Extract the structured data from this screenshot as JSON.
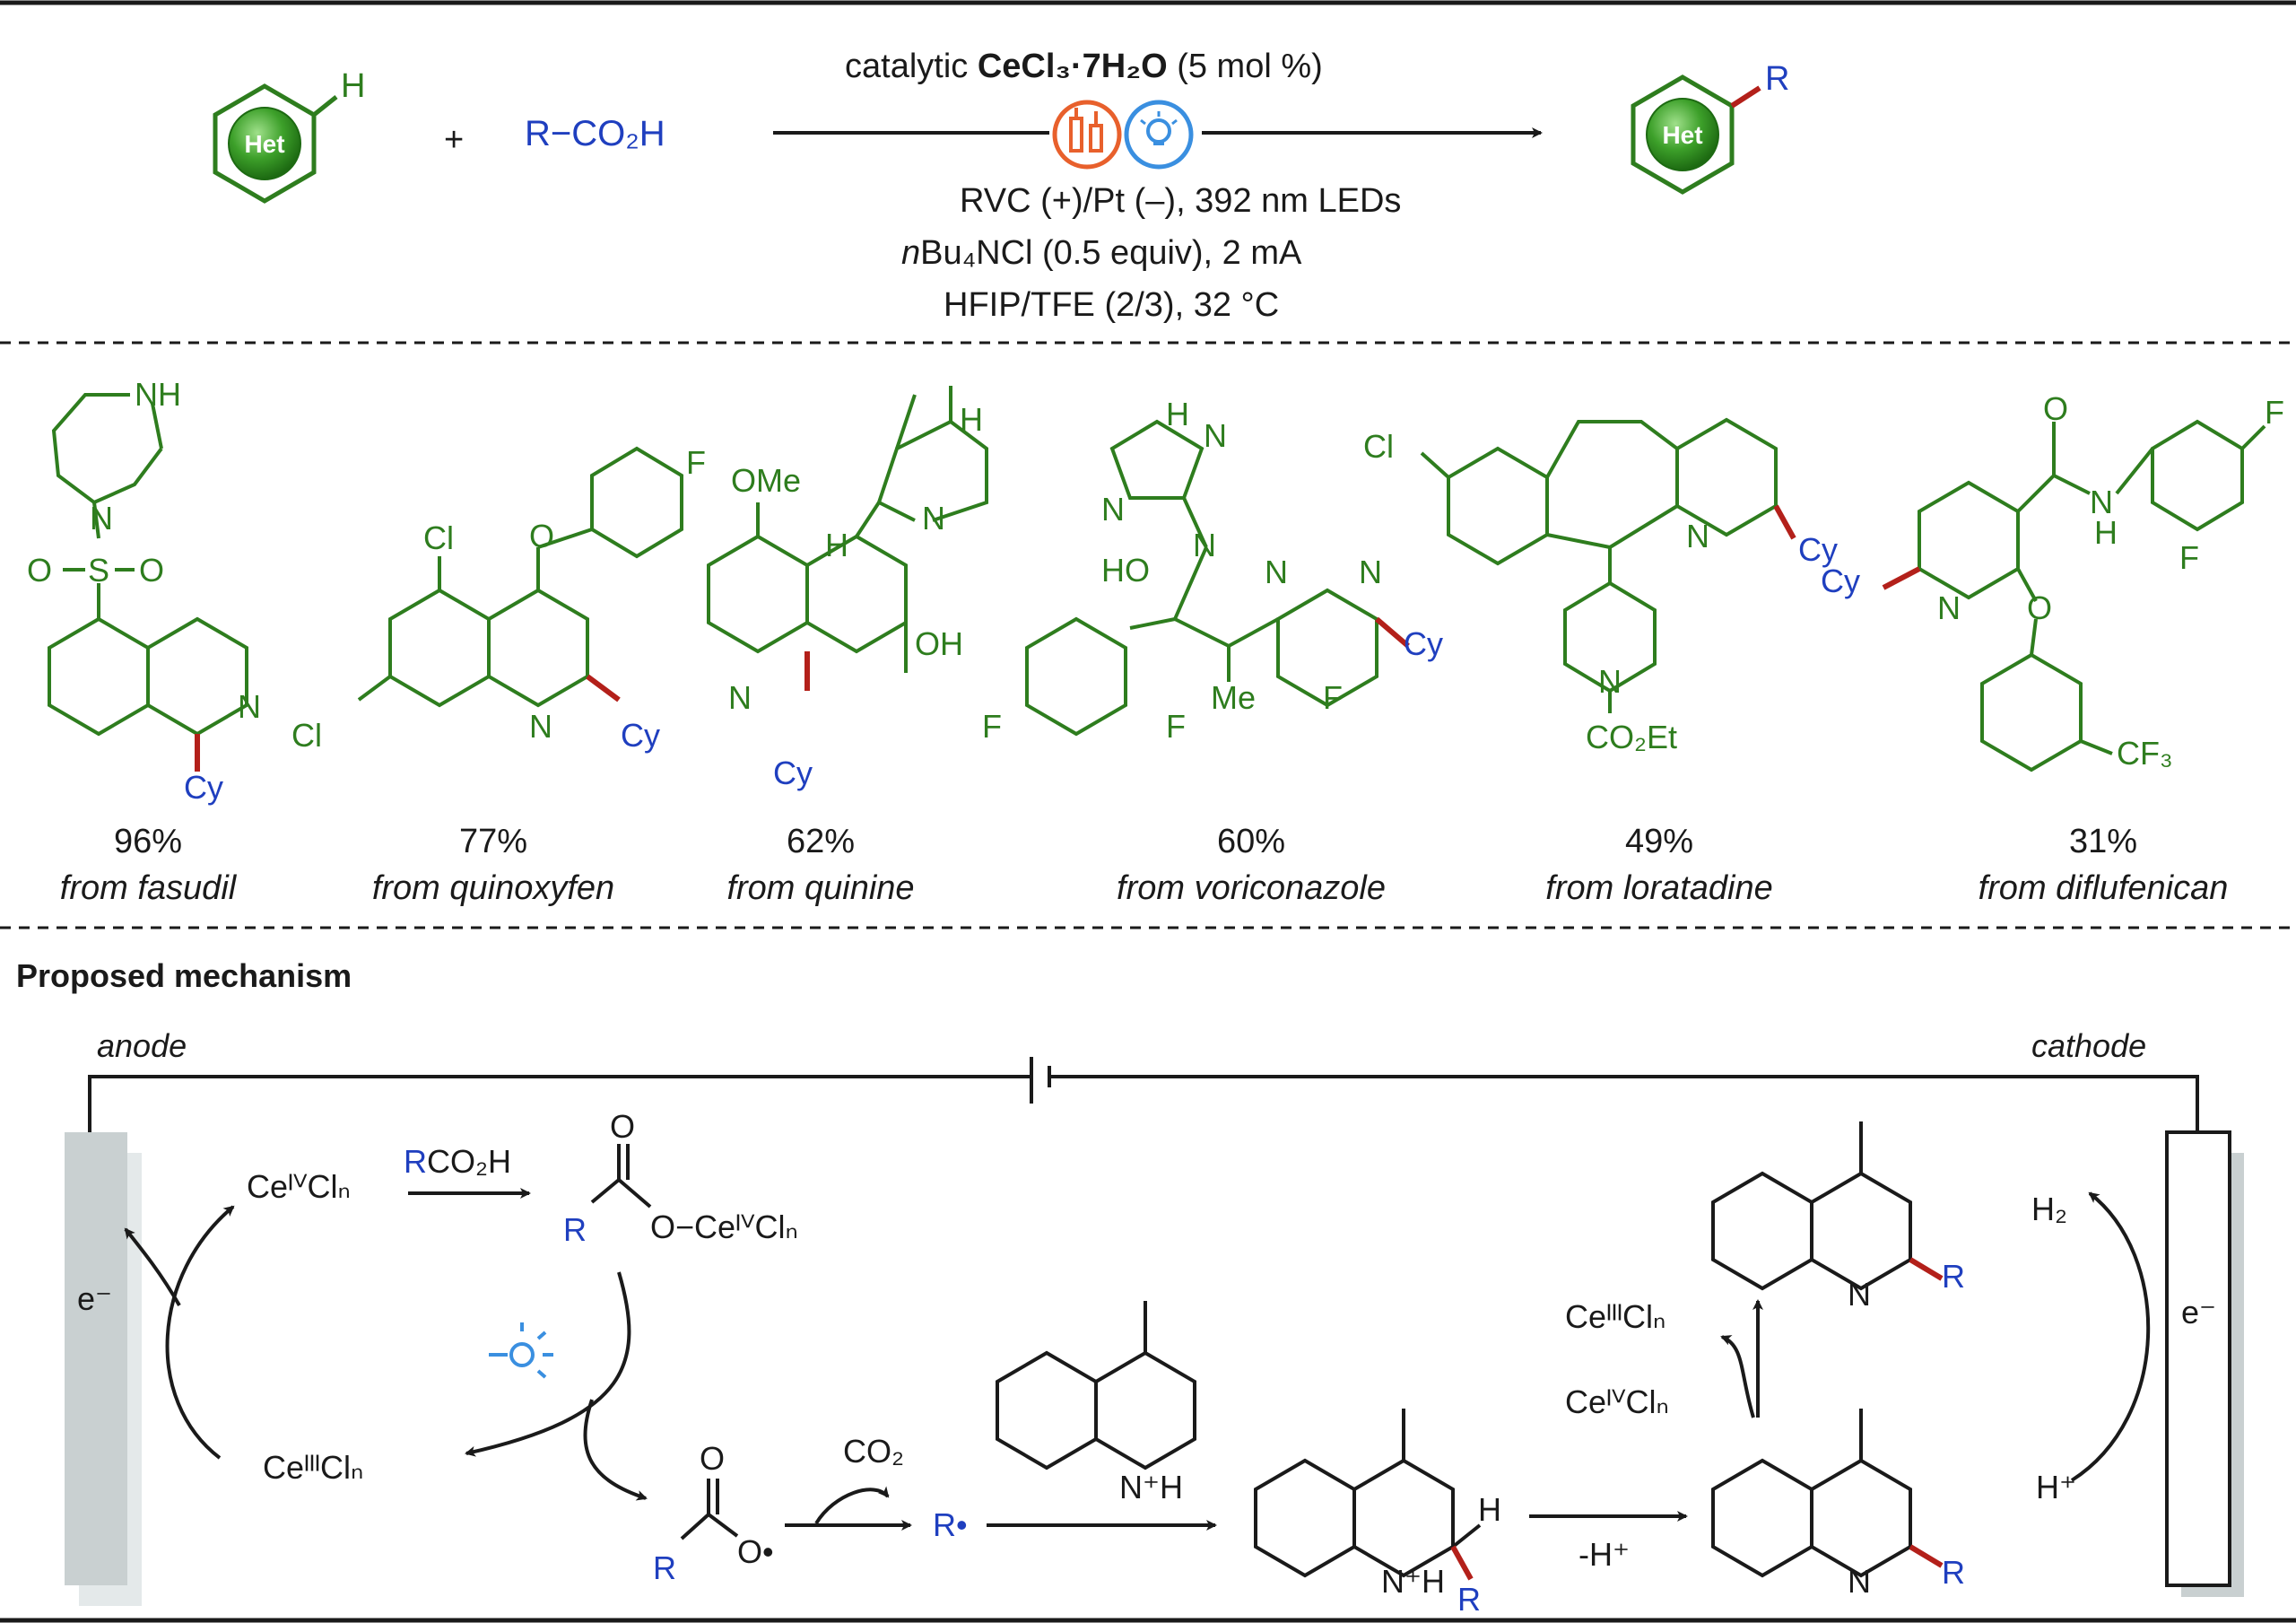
{
  "scheme": {
    "h_atom": "H",
    "het_label": "Het",
    "plus": "+",
    "acid": "R−CO₂H",
    "cond_line1_a": "catalytic ",
    "cond_line1_b": "CeCl₃·7H₂O",
    "cond_line1_c": " (5 mol %)",
    "cond_line2": "RVC (+)/Pt (–), 392 nm LEDs",
    "cond_line3_a": "n",
    "cond_line3_b": "Bu₄NCl  (0.5 equiv), 2 mA",
    "cond_line4": "HFIP/TFE (2/3), 32 °C",
    "product_r": "R"
  },
  "products": [
    {
      "yield": "96%",
      "source": "from fasudil"
    },
    {
      "yield": "77%",
      "source": "from quinoxyfen"
    },
    {
      "yield": "62%",
      "source": "from quinine"
    },
    {
      "yield": "60%",
      "source": "from voriconazole"
    },
    {
      "yield": "49%",
      "source": "from loratadine"
    },
    {
      "yield": "31%",
      "source": "from diflufenican"
    }
  ],
  "atoms": {
    "nh": "NH",
    "n": "N",
    "o": "O",
    "s": "S",
    "cy": "Cy",
    "cl": "Cl",
    "f": "F",
    "ome": "OMe",
    "oh": "OH",
    "h": "H",
    "ho": "HO",
    "me": "Me",
    "co2et": "CO₂Et",
    "cf3": "CF₃"
  },
  "mechanism": {
    "heading": "Proposed mechanism",
    "anode": "anode",
    "cathode": "cathode",
    "electron": "e⁻",
    "ce4": "CeᴵⱽClₙ",
    "ce3": "CeᴵᴵᴵClₙ",
    "rco2h": "RCO₂H",
    "o_ce4": "O−CeᴵⱽClₙ",
    "r": "R",
    "o": "O",
    "o_rad": "O•",
    "co2": "CO₂",
    "r_rad": "R•",
    "nh_plus": "N⁺H",
    "minus_h": "-H⁺",
    "h2": "H₂",
    "h_plus": "H⁺",
    "nh": "N",
    "h": "H"
  },
  "colors": {
    "green": "#2e7d1e",
    "blue": "#1f3fbf",
    "red": "#b3201a",
    "orange": "#e8602c",
    "lightblue": "#3a8fe0",
    "gray": "#c9d0d1"
  }
}
